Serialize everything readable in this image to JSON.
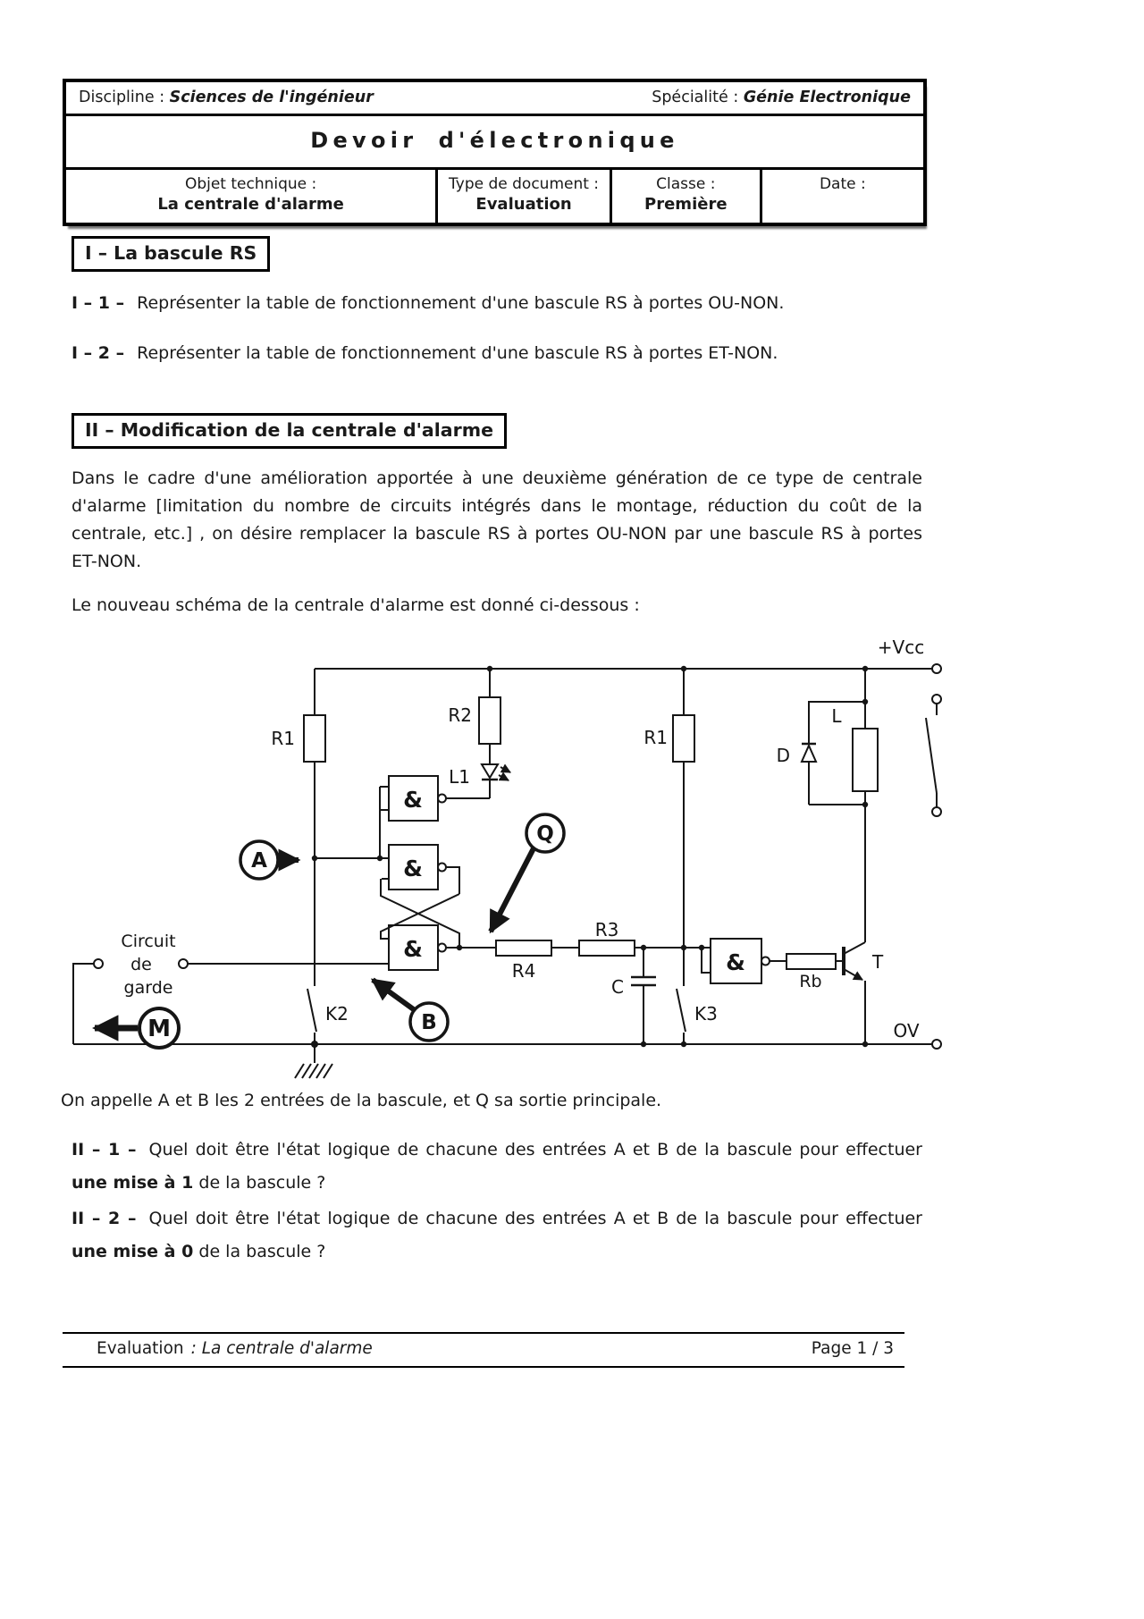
{
  "colors": {
    "ink": "#1a1a1a",
    "paper": "#ffffff"
  },
  "header": {
    "discipline_label": "Discipline :",
    "discipline_value": "Sciences de l'ingénieur",
    "specialite_label": "Spécialité :",
    "specialite_value": "Génie Electronique",
    "title": "Devoir d'électronique",
    "info_cells": [
      {
        "label": "Objet technique :",
        "value": "La centrale d'alarme"
      },
      {
        "label": "Type de document :",
        "value": "Evaluation"
      },
      {
        "label": "Classe :",
        "value": "Première"
      },
      {
        "label": "Date :",
        "value": ""
      }
    ]
  },
  "section_I": {
    "heading": "I – La bascule RS",
    "q1": {
      "label": "I – 1 –",
      "text": "Représenter la table de fonctionnement d'une bascule RS à portes OU-NON."
    },
    "q2": {
      "label": "I – 2 –",
      "text": "Représenter la table de fonctionnement d'une bascule RS à portes ET-NON."
    }
  },
  "section_II": {
    "heading": "II – Modification de la centrale d'alarme",
    "intro": "Dans le cadre d'une amélioration apportée à une deuxième génération de ce type de centrale d'alarme [limitation du nombre de circuits intégrés dans le montage, réduction du coût de la centrale, etc.] , on désire remplacer la bascule RS à portes OU-NON par une bascule RS à portes ET-NON.",
    "schema_caption": "Le nouveau schéma de la centrale d'alarme est donné ci-dessous :",
    "note": "On appelle A et B les 2 entrées de la bascule, et Q sa sortie principale.",
    "q1": {
      "label": "II – 1 –",
      "before": "Quel doit être l'état logique de chacune des entrées A et B de la bascule pour effectuer",
      "bold": "une mise à 1",
      "after": "de la bascule ?"
    },
    "q2": {
      "label": "II – 2 –",
      "before": "Quel doit être l'état logique de chacune des entrées A et B de la bascule pour effectuer",
      "bold": "une mise à 0",
      "after": "de la bascule ?"
    }
  },
  "schematic": {
    "labels": {
      "vcc": "+Vcc",
      "ov": "OV",
      "r1_left": "R1",
      "r1_right": "R1",
      "r2": "R2",
      "r3": "R3",
      "r4": "R4",
      "rb": "Rb",
      "c": "C",
      "l1": "L1",
      "l_relay": "L",
      "d_diode": "D",
      "t_transistor": "T",
      "k2": "K2",
      "k3": "K3",
      "gate": "&",
      "a": "A",
      "b": "B",
      "q": "Q",
      "m": "M",
      "guard1": "Circuit",
      "guard2": "de",
      "guard3": "garde"
    }
  },
  "footer": {
    "doc_type": "Evaluation",
    "doc_title": ": La centrale d'alarme",
    "page": "Page 1 / 3"
  }
}
